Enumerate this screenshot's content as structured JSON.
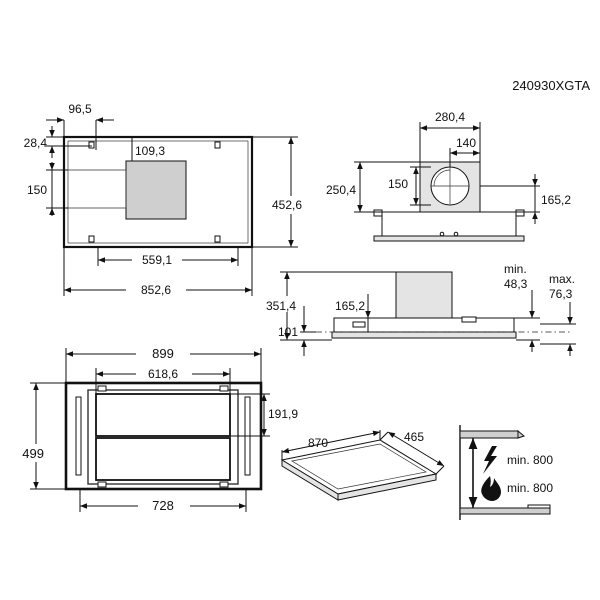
{
  "model_code": "240930XGTA",
  "top_view": {
    "dim_96_5": "96,5",
    "dim_28_4": "28,4",
    "dim_109_3": "109,3",
    "dim_150": "150",
    "dim_452_6": "452,6",
    "dim_559_1": "559,1",
    "dim_852_6": "852,6"
  },
  "side_view": {
    "dim_280_4": "280,4",
    "dim_140": "140",
    "dim_250_4": "250,4",
    "dim_150": "150",
    "dim_165_2": "165,2"
  },
  "front_view": {
    "dim_351_4": "351,4",
    "dim_165_2": "165,2",
    "dim_101": "101",
    "min_label": "min.",
    "min_value": "48,3",
    "max_label": "max.",
    "max_value": "76,3"
  },
  "bottom_view": {
    "dim_899": "899",
    "dim_618_6": "618,6",
    "dim_499": "499",
    "dim_191_9": "191,9",
    "dim_728": "728"
  },
  "iso_view": {
    "dim_870": "870",
    "dim_465": "465"
  },
  "clearance": {
    "electric_label": "min. 800",
    "gas_label": "min. 800"
  }
}
